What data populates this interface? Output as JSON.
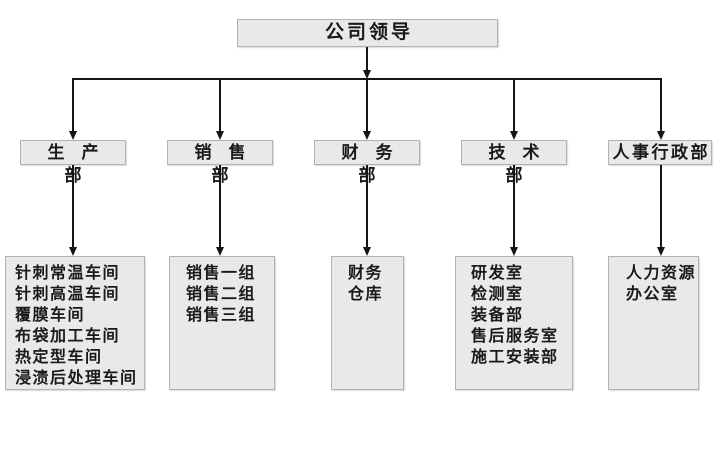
{
  "diagram": {
    "title": "公司领导",
    "departments": [
      {
        "label": "生产部",
        "units": [
          "针刺常温车间",
          "针刺高温车间",
          "覆膜车间",
          "布袋加工车间",
          "热定型车间",
          "浸渍后处理车间"
        ]
      },
      {
        "label": "销售部",
        "units": [
          "销售一组",
          "销售二组",
          "销售三组"
        ]
      },
      {
        "label": "财务部",
        "units": [
          "财务",
          "仓库"
        ]
      },
      {
        "label": "技术部",
        "units": [
          "研发室",
          "检测室",
          "装备部",
          "售后服务室",
          "施工安装部"
        ]
      },
      {
        "label": "人事行政部",
        "units": [
          "人力资源",
          "办公室"
        ]
      }
    ],
    "colors": {
      "box_fill": "#e9e9e9",
      "box_border": "#b2b2b2",
      "connector": "#151515",
      "text": "#1a1a1a",
      "background": "#ffffff"
    }
  }
}
